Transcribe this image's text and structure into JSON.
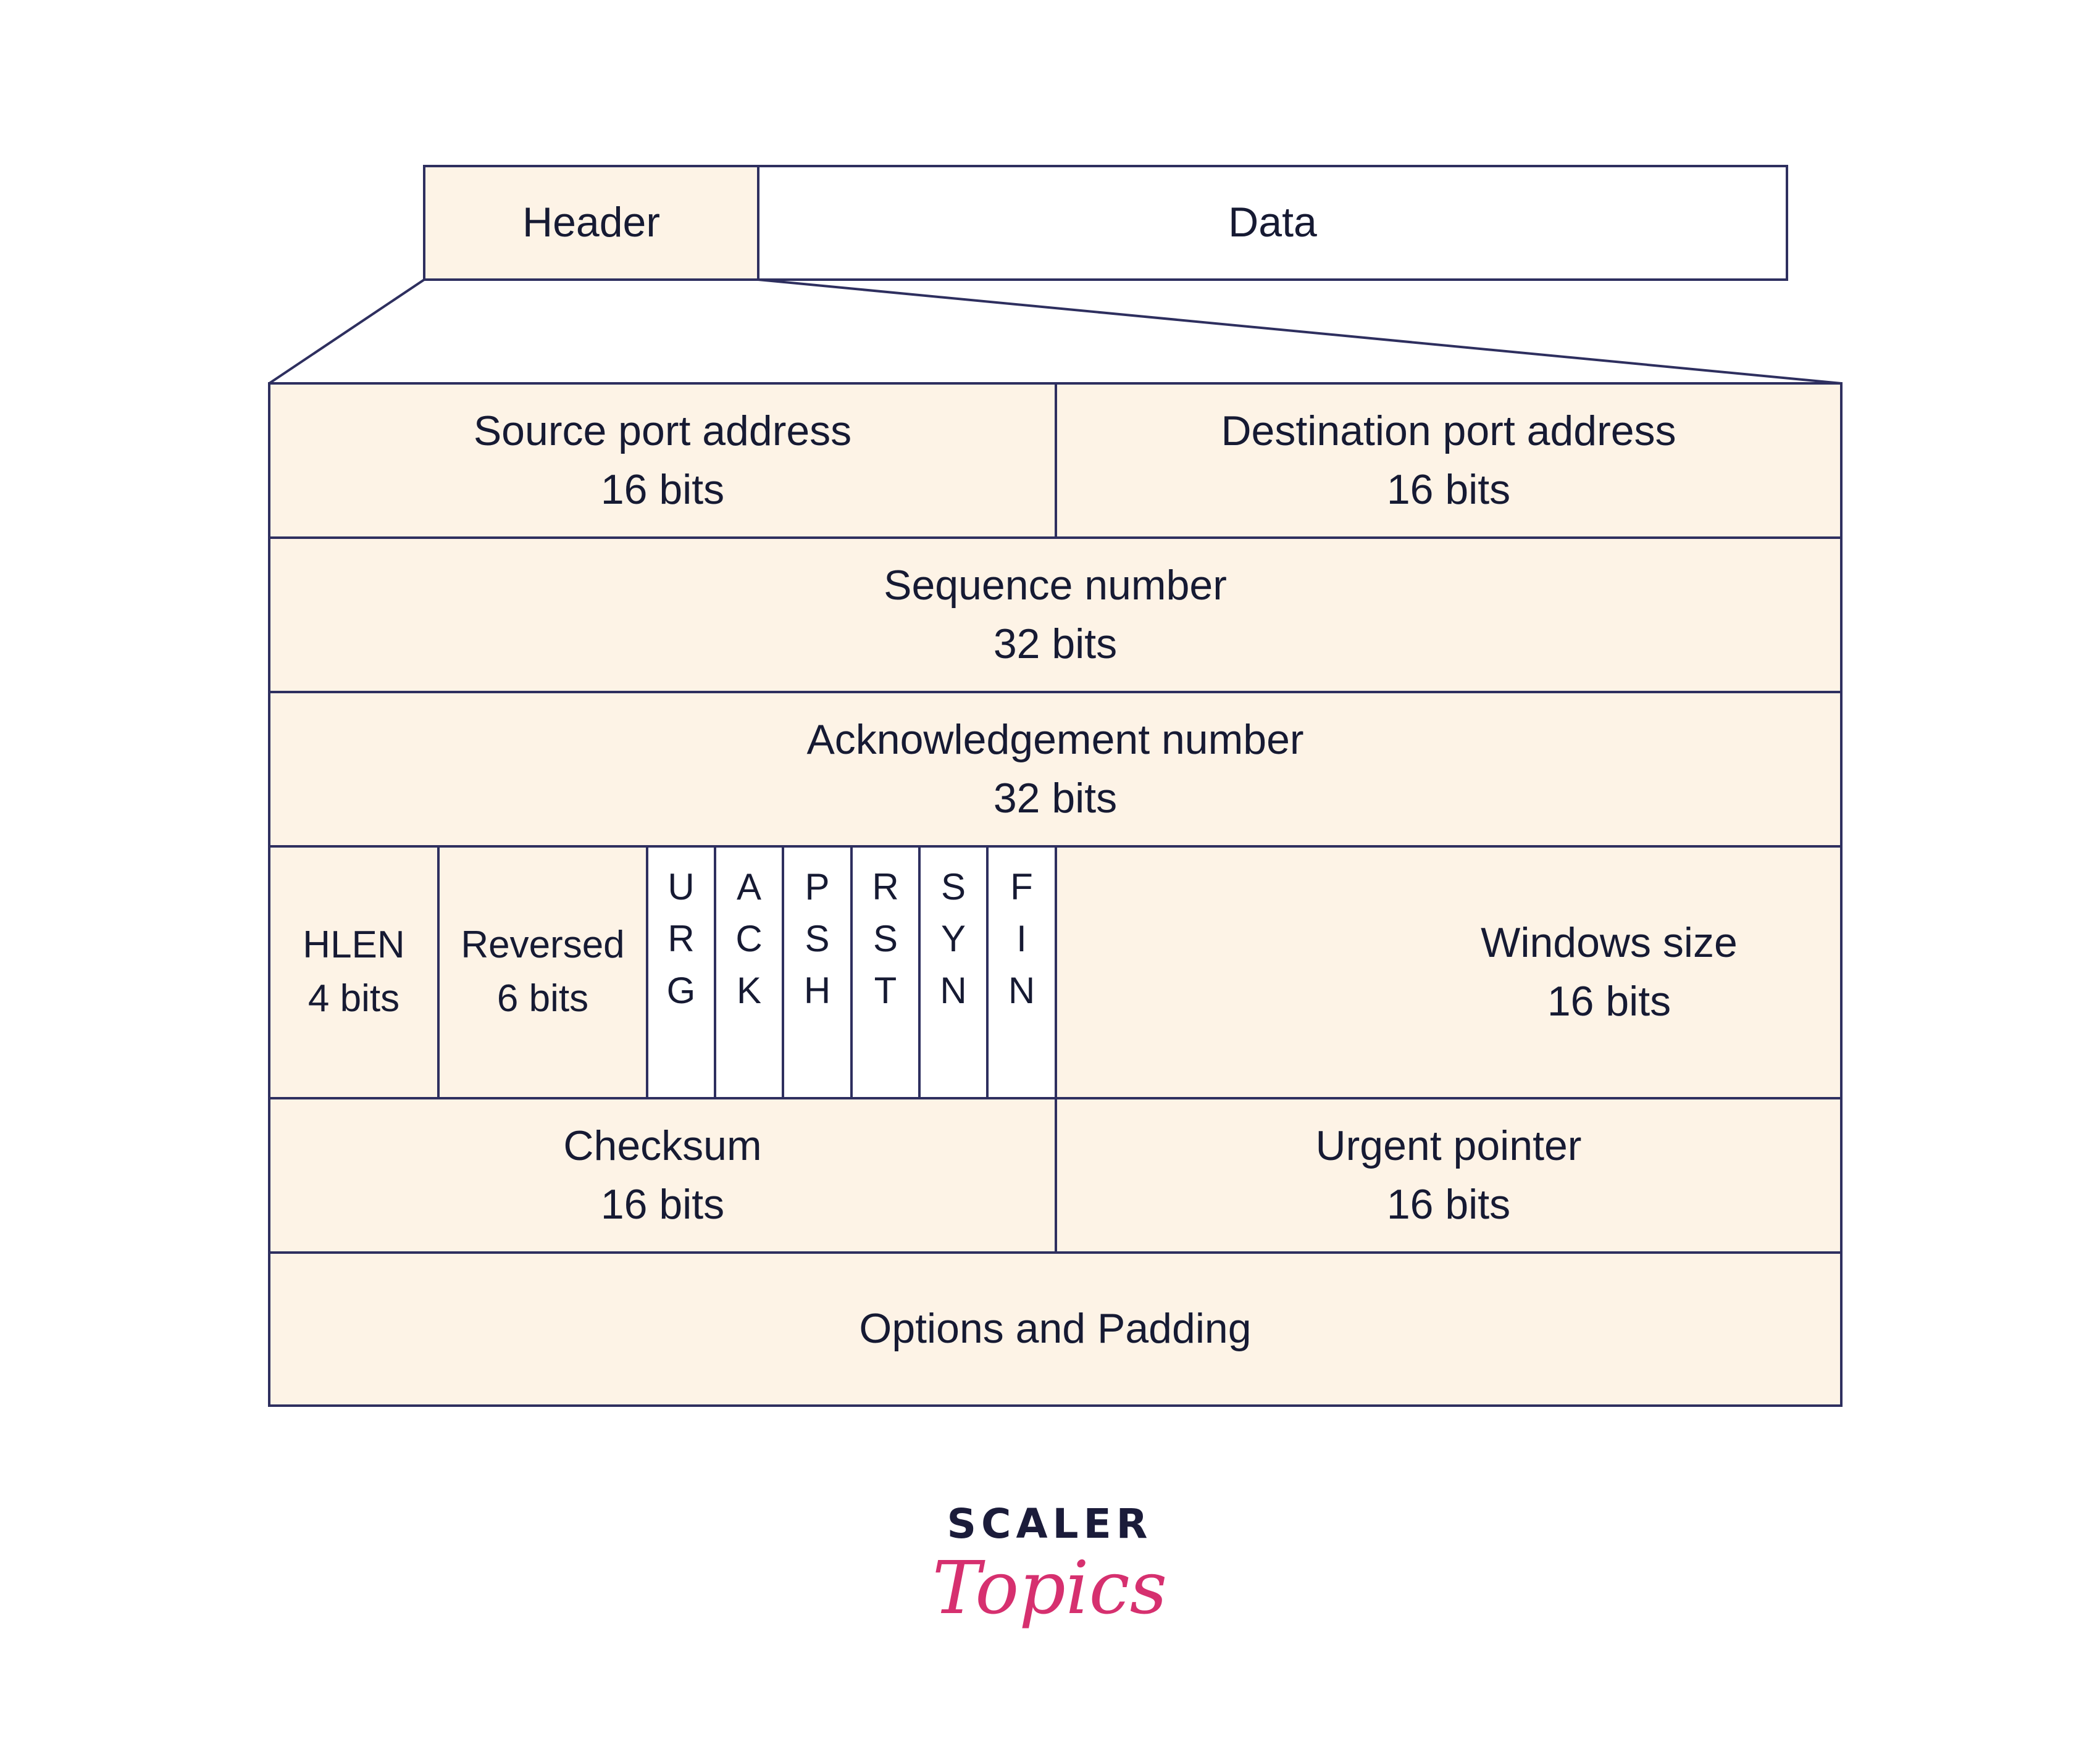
{
  "segment": {
    "header": "Header",
    "data": "Data"
  },
  "rows": {
    "source_port": {
      "name": "Source port address",
      "size": "16 bits"
    },
    "dest_port": {
      "name": "Destination port address",
      "size": "16 bits"
    },
    "sequence": {
      "name": "Sequence number",
      "size": "32 bits"
    },
    "ack": {
      "name": "Acknowledgement number",
      "size": "32 bits"
    },
    "hlen": {
      "name": "HLEN",
      "size": "4 bits"
    },
    "reserved": {
      "name": "Reversed",
      "size": "6 bits"
    },
    "flags": [
      {
        "l1": "U",
        "l2": "R",
        "l3": "G"
      },
      {
        "l1": "A",
        "l2": "C",
        "l3": "K"
      },
      {
        "l1": "P",
        "l2": "S",
        "l3": "H"
      },
      {
        "l1": "R",
        "l2": "S",
        "l3": "T"
      },
      {
        "l1": "S",
        "l2": "Y",
        "l3": "N"
      },
      {
        "l1": "F",
        "l2": "I",
        "l3": "N"
      }
    ],
    "window": {
      "name": "Windows size",
      "size": "16 bits"
    },
    "checksum": {
      "name": "Checksum",
      "size": "16 bits"
    },
    "urgent": {
      "name": "Urgent pointer",
      "size": "16 bits"
    },
    "options": {
      "name": "Options and Padding"
    }
  },
  "logo": {
    "top": "SCALER",
    "bottom": "Topics"
  },
  "colors": {
    "border": "#2e2f5f",
    "fill": "#fdf3e6",
    "logo_accent": "#d6306f"
  }
}
